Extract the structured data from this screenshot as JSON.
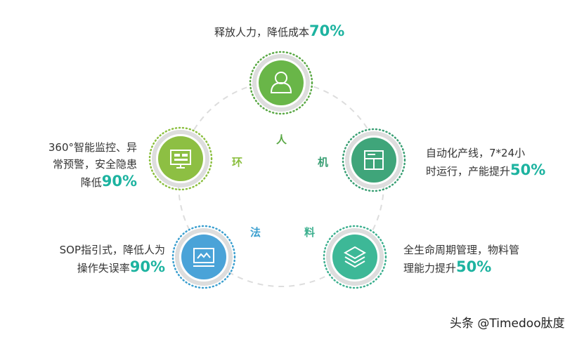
{
  "nodes": [
    {
      "key": "person",
      "label": "人",
      "text_lines": [
        "释放人力，降低成本"
      ],
      "percent": "70%",
      "color": "#69b648",
      "label_color": "#5aa845",
      "icon": "user-icon"
    },
    {
      "key": "machine",
      "label": "机",
      "text_lines": [
        "自动化产线，7*24小",
        "时运行，产能提升"
      ],
      "percent": "50%",
      "color": "#3fa57a",
      "label_color": "#3a9f74",
      "icon": "layout-panel-icon"
    },
    {
      "key": "material",
      "label": "料",
      "text_lines": [
        "全生命周期管理，物料管",
        "理能力提升"
      ],
      "percent": "50%",
      "color": "#3db897",
      "label_color": "#3db08f",
      "icon": "layers-icon"
    },
    {
      "key": "method",
      "label": "法",
      "text_lines": [
        "SOP指引式，降低人为",
        "操作失误率"
      ],
      "percent": "90%",
      "color": "#4aa3d8",
      "label_color": "#3b9fcf",
      "icon": "monitor-chart-icon"
    },
    {
      "key": "environment",
      "label": "环",
      "text_lines": [
        "360°智能监控、异",
        "常预警，安全隐患",
        "降低"
      ],
      "percent": "90%",
      "color": "#8dbf43",
      "label_color": "#8bbf3f",
      "icon": "monitor-dashboard-icon"
    }
  ],
  "watermark": "头条 @Timedoo肽度"
}
